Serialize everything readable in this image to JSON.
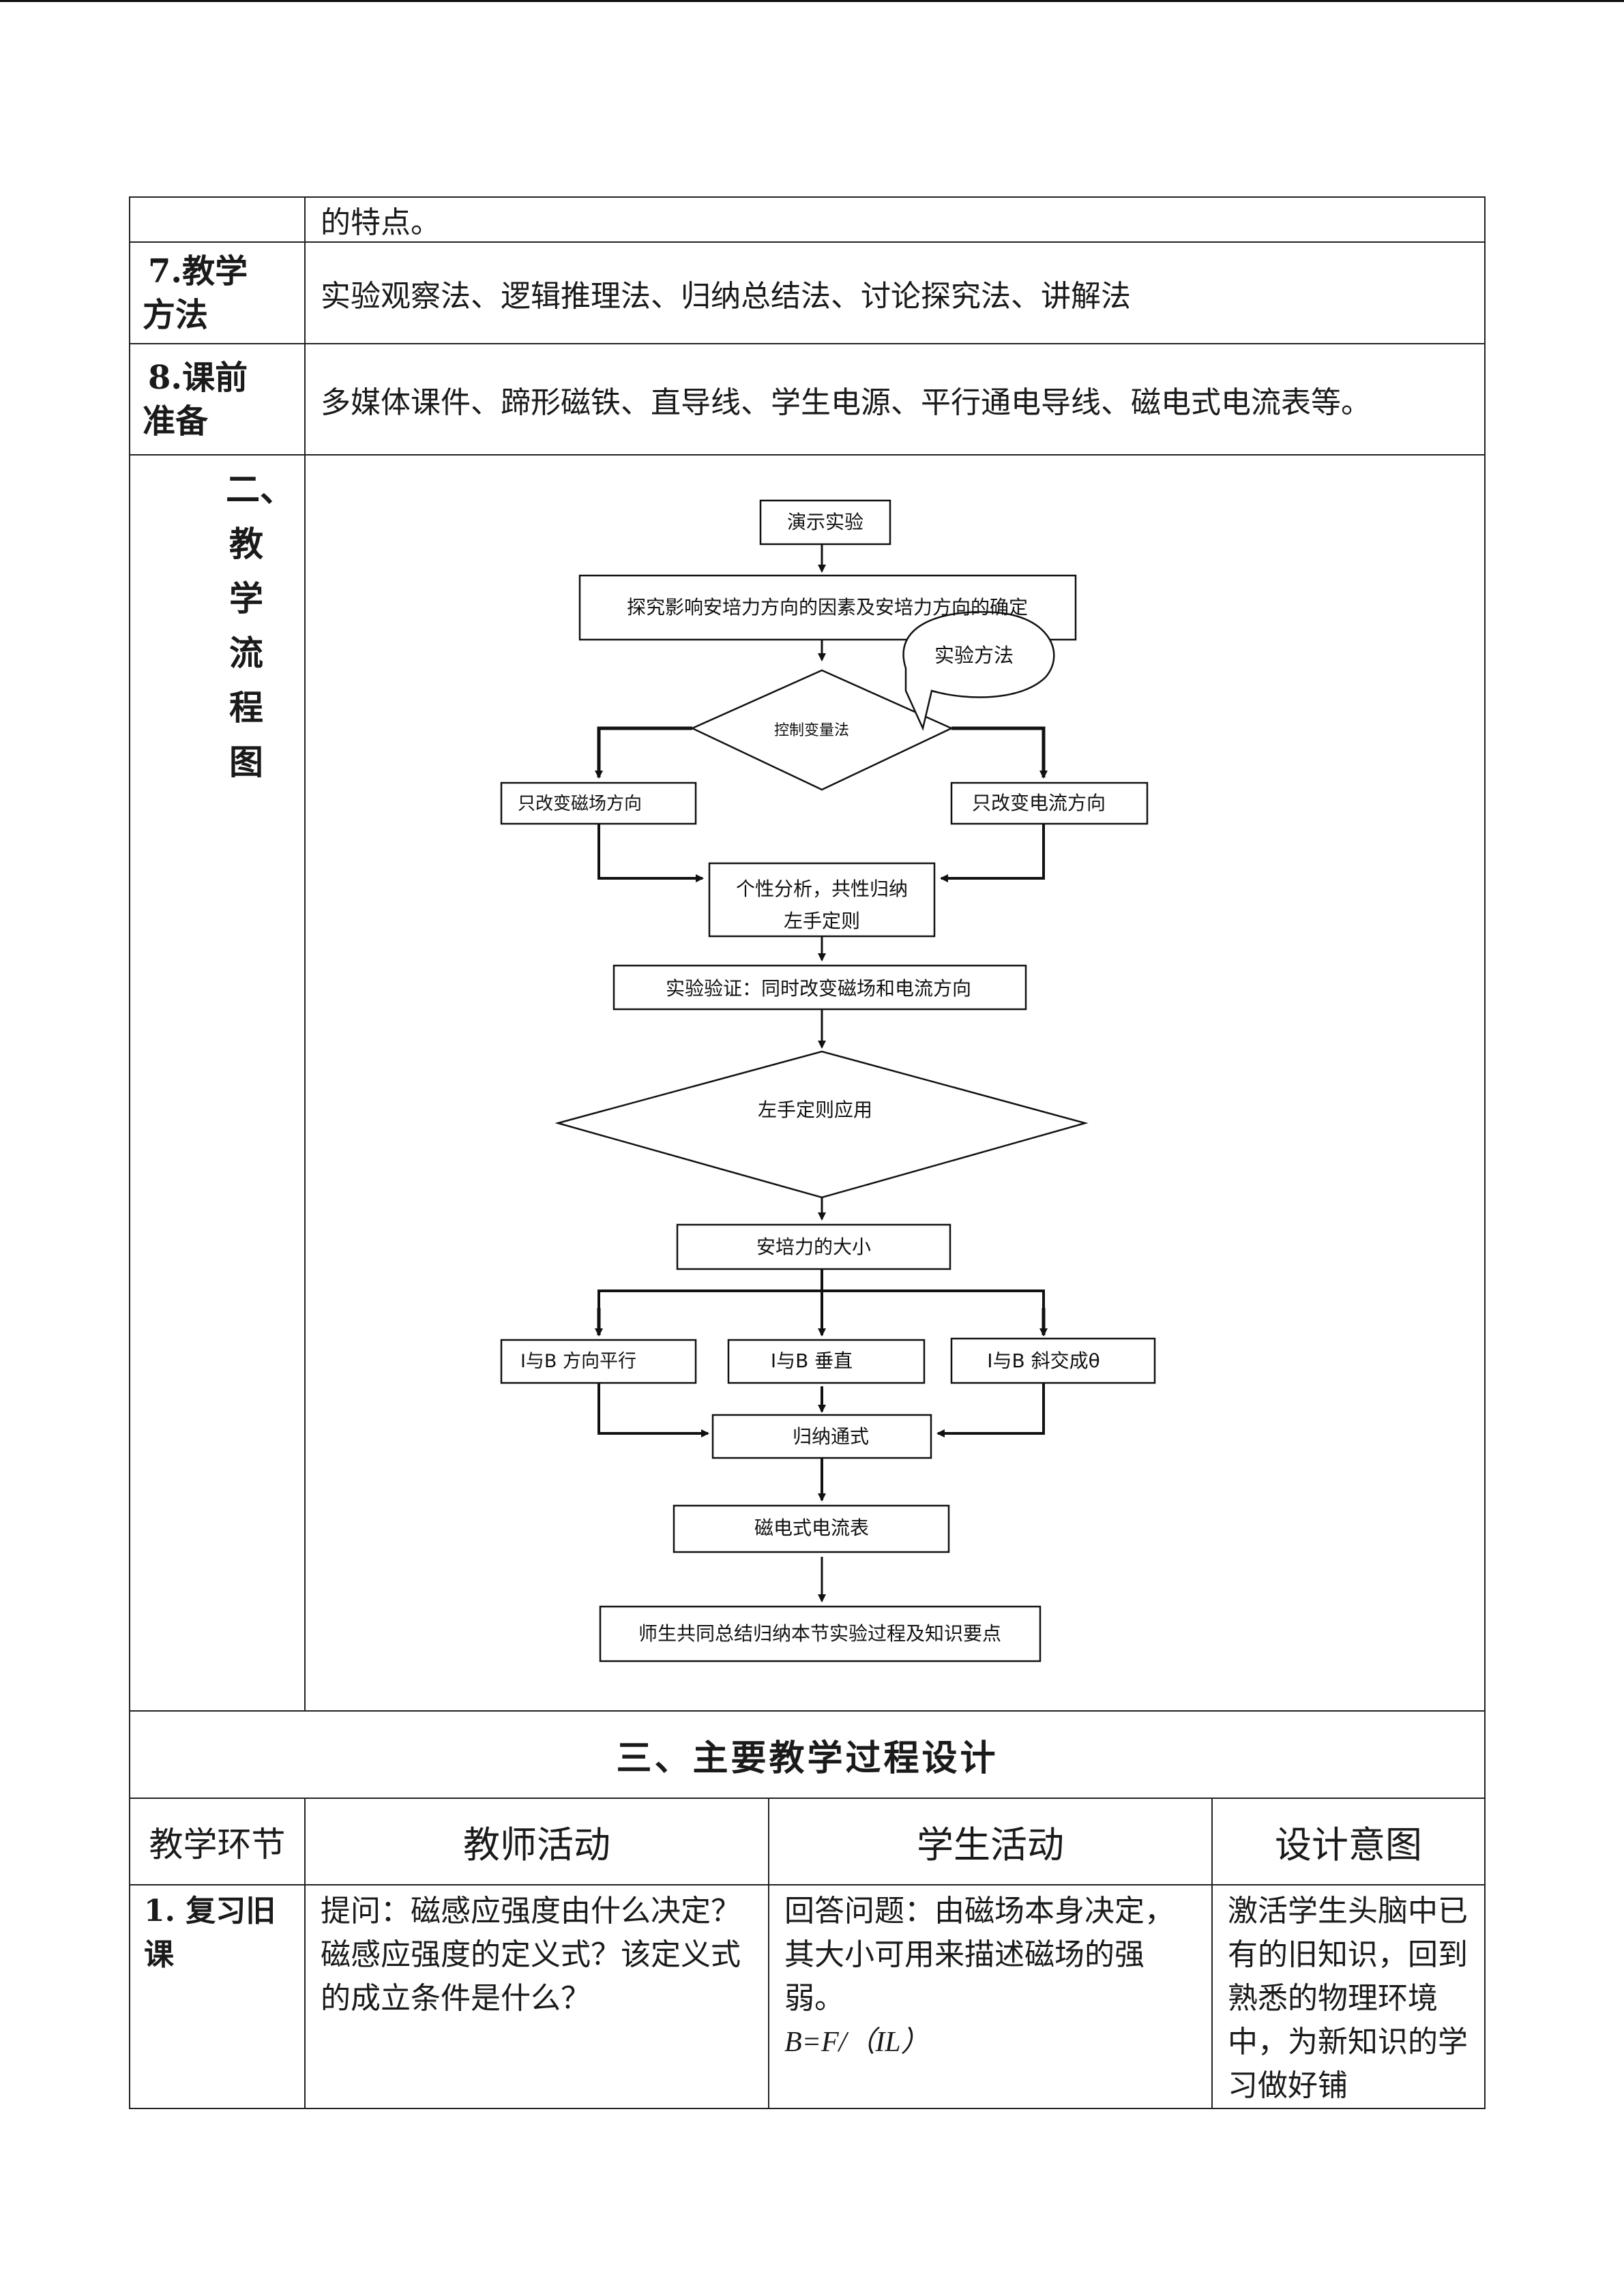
{
  "top_continuation": "的特点。",
  "method": {
    "label_line1": "7.教学",
    "label_line2": "方法",
    "content": "实验观察法、逻辑推理法、归纳总结法、讨论探究法、讲解法"
  },
  "prep": {
    "label_line1": "8.课前",
    "label_line2": "准备",
    "content": "多媒体课件、蹄形磁铁、直导线、学生电源、平行通电导线、磁电式电流表等。"
  },
  "flow_section": {
    "label": "二、教学流程图",
    "chart": {
      "demo": "演示实验",
      "explore": "探究影响安培力方向的因素及安培力方向的确定",
      "method_bubble": "实验方法",
      "control": "控制变量法",
      "change_b": "只改变磁场方向",
      "change_i": "只改变电流方向",
      "analyze_1": "个性分析，共性归纳",
      "analyze_2": "左手定则",
      "verify": "实验验证：同时改变磁场和电流方向",
      "apply": "左手定则应用",
      "magnitude": "安培力的大小",
      "parallel": "I与B 方向平行",
      "perpendicular": "I与B 垂直",
      "oblique": "I与B 斜交成θ",
      "formula": "归纳通式",
      "meter": "磁电式电流表",
      "summary": "师生共同总结归纳本节实验过程及知识要点"
    }
  },
  "section3": {
    "title": "三、主要教学过程设计"
  },
  "headers": {
    "stage": "教学环节",
    "teacher": "教师活动",
    "student": "学生活动",
    "intent": "设计意图"
  },
  "rows": [
    {
      "stage": "1. 复习旧课",
      "teacher": "提问：磁感应强度由什么决定？磁感应强度的定义式？该定义式的成立条件是什么？",
      "student": "回答问题：由磁场本身决定，其大小可用来描述磁场的强弱。",
      "student_formula": "B=F/（IL）",
      "intent": "激活学生头脑中已有的旧知识，回到熟悉的物理环境中，为新知识的学习做好铺"
    }
  ]
}
